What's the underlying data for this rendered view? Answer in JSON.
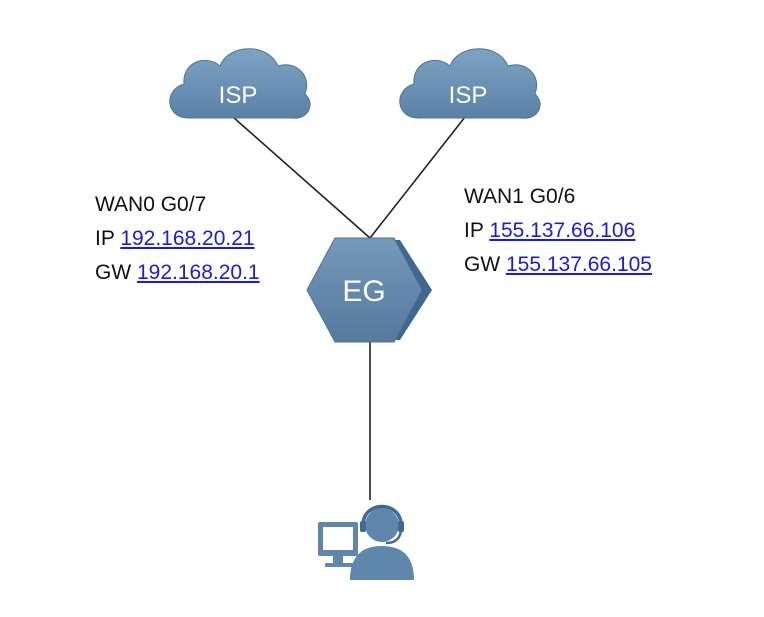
{
  "nodes": {
    "isp_left": {
      "label": "ISP"
    },
    "isp_right": {
      "label": "ISP"
    },
    "gateway": {
      "label": "EG"
    },
    "user": {
      "icon": "user-workstation-icon"
    }
  },
  "wan0": {
    "title": "WAN0 G0/7",
    "ip_label": "IP",
    "ip": "192.168.20.21",
    "gw_label": "GW",
    "gw": "192.168.20.1"
  },
  "wan1": {
    "title": "WAN1 G0/6",
    "ip_label": "IP",
    "ip": "155.137.66.106",
    "gw_label": "GW",
    "gw": "155.137.66.105"
  },
  "colors": {
    "node_fill": "#5f86ab",
    "node_fill_dark": "#3f6a93",
    "link_text": "#1a1ae6",
    "line": "#222222"
  }
}
